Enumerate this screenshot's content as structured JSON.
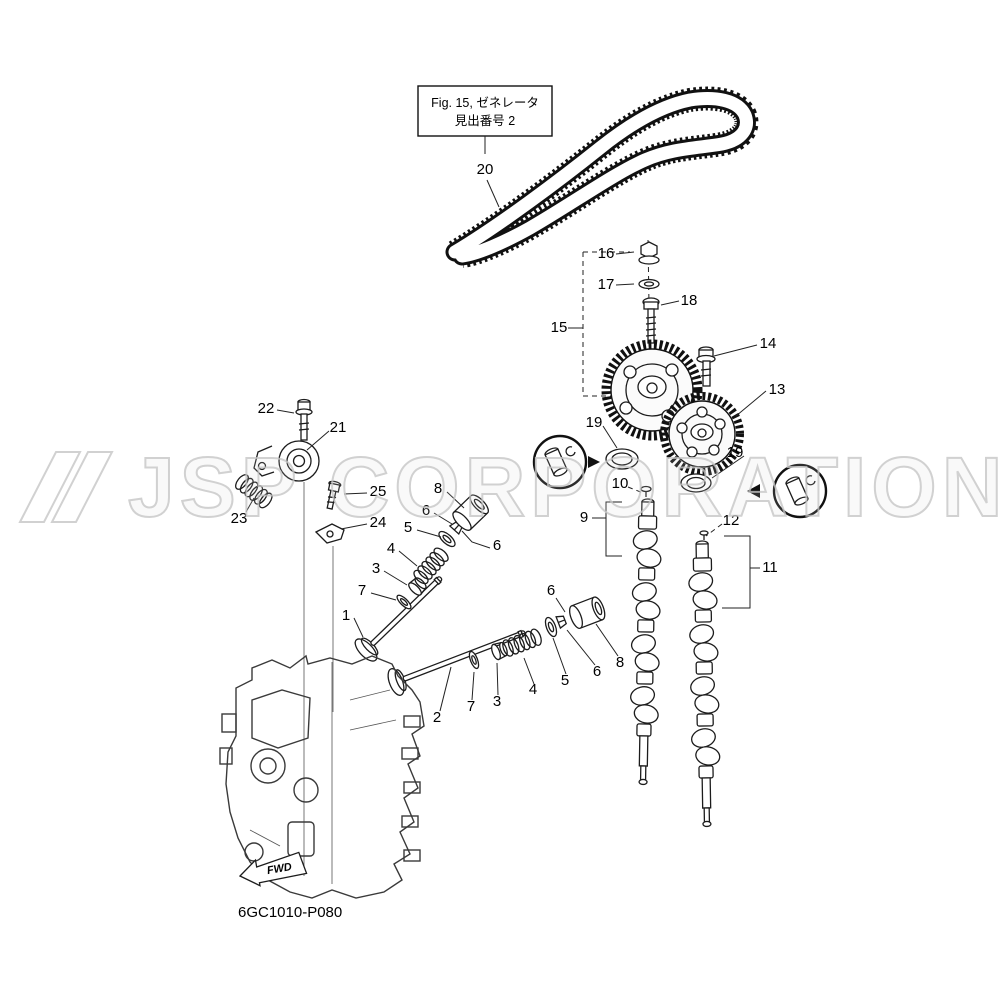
{
  "watermark": {
    "text": "JSP CORPORATION",
    "color": "#c6c6c6"
  },
  "ref_box": {
    "line1": "Fig. 15, ゼネレータ",
    "line2": "見出番号 2"
  },
  "footer": {
    "drawing_code": "6GC1010-P080",
    "fwd": "FWD"
  },
  "colors": {
    "ink": "#1c1c1c",
    "background": "#ffffff"
  },
  "labels": {
    "1": "1",
    "2": "2",
    "3": "3",
    "4": "4",
    "5": "5",
    "6": "6",
    "7": "7",
    "8": "8",
    "9": "9",
    "10": "10",
    "11": "11",
    "12": "12",
    "13": "13",
    "14": "14",
    "15": "15",
    "16": "16",
    "17": "17",
    "18": "18",
    "19": "19",
    "20": "20",
    "21": "21",
    "22": "22",
    "23": "23",
    "24": "24",
    "25": "25"
  }
}
